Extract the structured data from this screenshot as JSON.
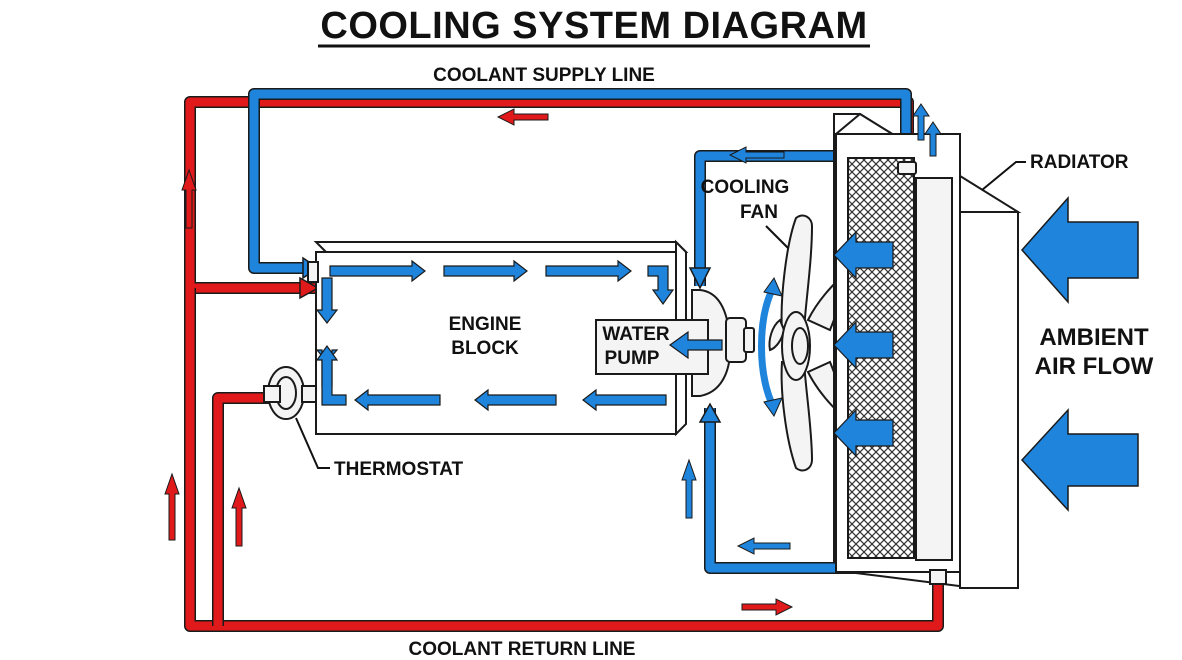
{
  "title": "COOLING SYSTEM DIAGRAM",
  "labels": {
    "supply_line": "COOLANT SUPPLY LINE",
    "return_line": "COOLANT RETURN LINE",
    "radiator": "RADIATOR",
    "cooling_fan_line1": "COOLING",
    "cooling_fan_line2": "FAN",
    "engine_block_line1": "ENGINE",
    "engine_block_line2": "BLOCK",
    "water_pump_line1": "WATER",
    "water_pump_line2": "PUMP",
    "thermostat": "THERMOSTAT",
    "ambient_line1": "AMBIENT",
    "ambient_line2": "AIR FLOW"
  },
  "colors": {
    "hot_coolant": "#e0191b",
    "cool_coolant": "#1f84dc",
    "outline": "#1a1a1a"
  }
}
